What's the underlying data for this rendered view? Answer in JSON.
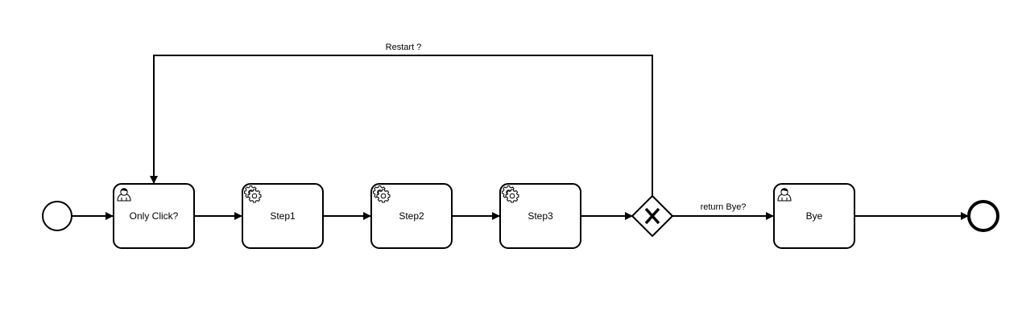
{
  "diagram": {
    "nodes": {
      "start": {
        "type": "start-event"
      },
      "only_click": {
        "type": "user-task",
        "label": "Only Click?",
        "icon": "user-icon"
      },
      "step1": {
        "type": "service-task",
        "label": "Step1",
        "icon": "gear-icon"
      },
      "step2": {
        "type": "service-task",
        "label": "Step2",
        "icon": "gear-icon"
      },
      "step3": {
        "type": "service-task",
        "label": "Step3",
        "icon": "gear-icon"
      },
      "gateway": {
        "type": "exclusive-gateway",
        "icon": "x-icon"
      },
      "bye": {
        "type": "user-task",
        "label": "Bye",
        "icon": "user-icon"
      },
      "end": {
        "type": "end-event"
      }
    },
    "flows": {
      "restart": {
        "label": "Restart ?"
      },
      "return_bye": {
        "label": "return Bye?"
      }
    }
  }
}
